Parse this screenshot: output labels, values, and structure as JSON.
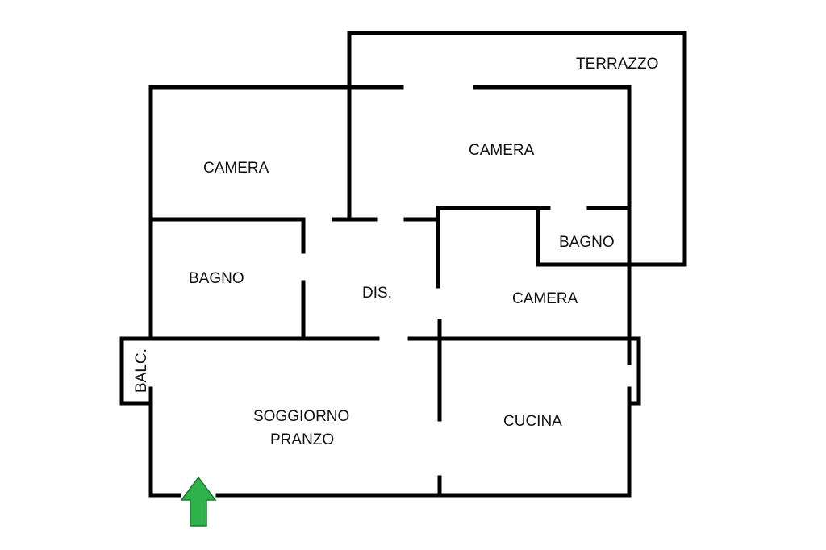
{
  "rooms": {
    "terrazzo": "TERRAZZO",
    "camera_top_left": "CAMERA",
    "camera_top_center": "CAMERA",
    "bagno_right": "BAGNO",
    "bagno_left": "BAGNO",
    "dis": "DIS.",
    "camera_right": "CAMERA",
    "balc": "BALC.",
    "soggiorno_line1": "SOGGIORNO",
    "soggiorno_line2": "PRANZO",
    "cucina": "CUCINA"
  },
  "colors": {
    "walls": "#000000",
    "entrance_arrow": "#2db34a",
    "background": "#ffffff"
  },
  "icons": {
    "entrance": "up-arrow-icon"
  }
}
